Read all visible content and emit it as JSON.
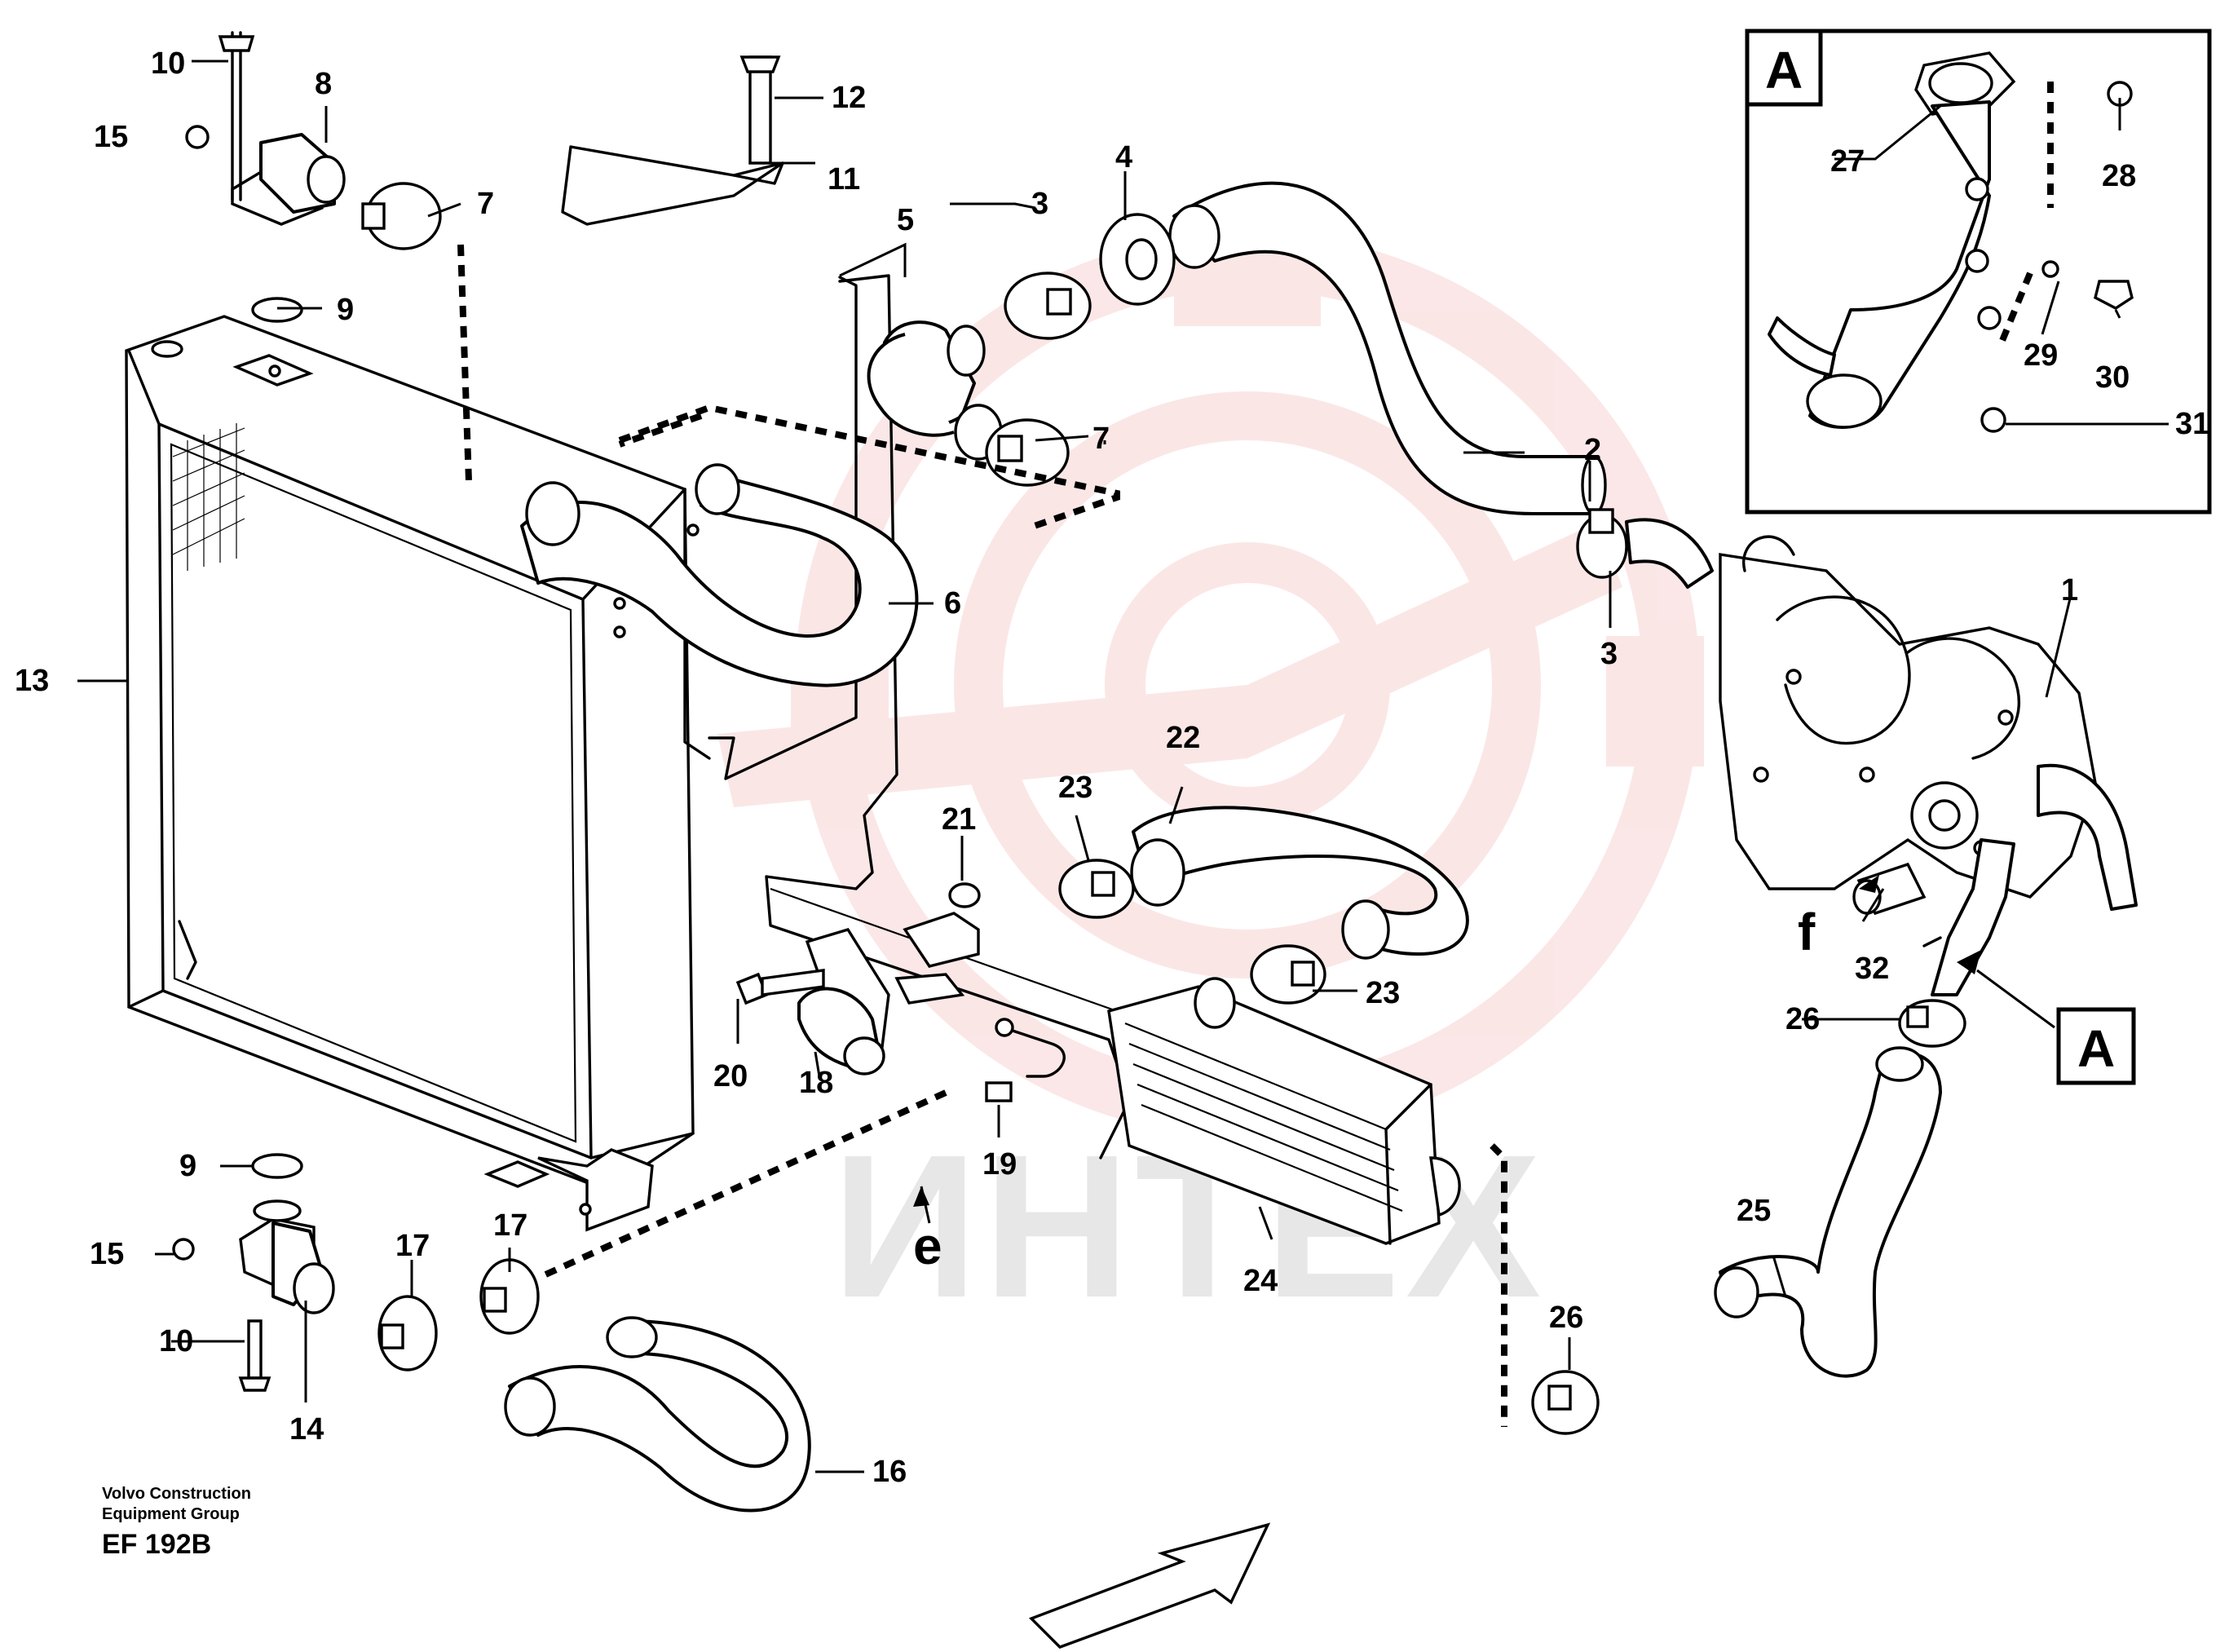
{
  "labels": {
    "p1": "1",
    "p2": "2",
    "p3a": "3",
    "p3b": "3",
    "p4": "4",
    "p5": "5",
    "p6": "6",
    "p7a": "7",
    "p7b": "7",
    "p8": "8",
    "p9a": "9",
    "p9b": "9",
    "p10a": "10",
    "p10b": "10",
    "p11": "11",
    "p12": "12",
    "p13": "13",
    "p14": "14",
    "p15a": "15",
    "p15b": "15",
    "p16": "16",
    "p17": "17",
    "p18": "18",
    "p19": "19",
    "p20": "20",
    "p21": "21",
    "p22": "22",
    "p23a": "23",
    "p23b": "23",
    "p24": "24",
    "p25": "25",
    "p26a": "26",
    "p26b": "26",
    "p27": "27",
    "p28": "28",
    "p29": "29",
    "p30": "30",
    "p31": "31",
    "p32": "32"
  },
  "refs": {
    "e": "e",
    "f": "f",
    "detail_a_inset": "A",
    "detail_a_callout": "A"
  },
  "footer": {
    "line1": "Volvo Construction",
    "line2": "Equipment Group",
    "code": "EF 192B"
  },
  "watermark": {
    "text": "ИНТЕХ",
    "color": "#e8a0a0"
  }
}
